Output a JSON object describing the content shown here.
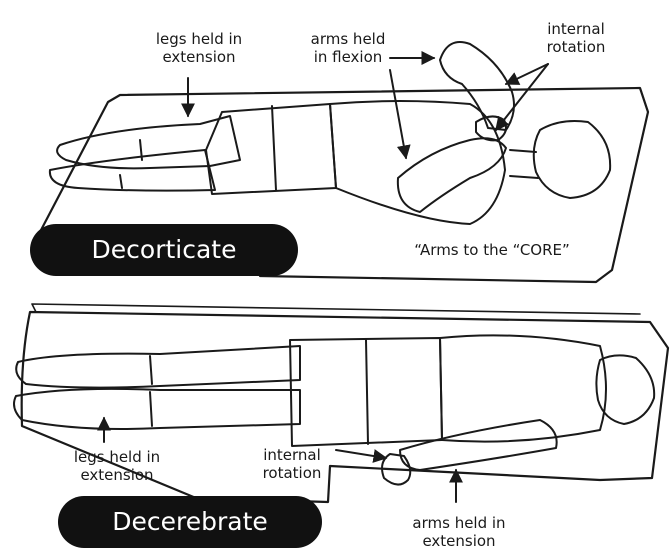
{
  "decorticate": {
    "title": "Decorticate",
    "legs_label": [
      "legs held in",
      "extension"
    ],
    "arms_label": [
      "arms held",
      "in flexion"
    ],
    "rotation_label": [
      "internal",
      "rotation"
    ],
    "mnemonic": "“Arms to the “CORE”"
  },
  "decerebrate": {
    "title": "Decerebrate",
    "legs_label": [
      "legs held in",
      "extension"
    ],
    "rotation_label": [
      "internal",
      "rotation"
    ],
    "arms_label": [
      "arms held in",
      "extension"
    ]
  },
  "colors": {
    "ink": "#1a1a1a",
    "pill": "#111111",
    "pill_text": "#ffffff"
  }
}
